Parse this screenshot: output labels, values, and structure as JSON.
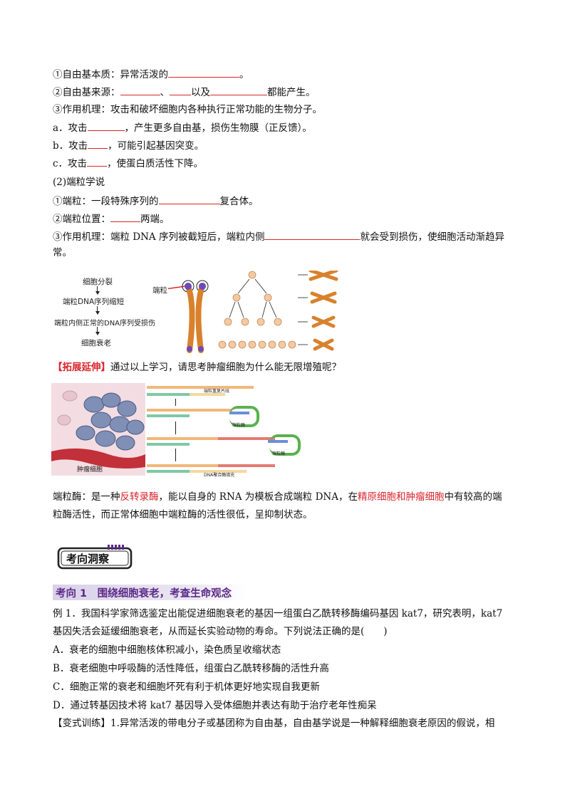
{
  "lines": {
    "l1_a": "①自由基本质：异常活泼的",
    "l1_b": "。",
    "l2_a": "②自由基来源：",
    "l2_b": "、",
    "l2_c": "以及",
    "l2_d": "都能产生。",
    "l3": "③作用机理：攻击和破坏细胞内各种执行正常功能的生物分子。",
    "l4_a": "a．攻击",
    "l4_b": "，产生更多自由基，损伤生物膜（正反馈）。",
    "l5_a": "b．攻击",
    "l5_b": "，可能引起基因突变。",
    "l6_a": "c．攻击",
    "l6_b": "，使蛋白质活性下降。",
    "l7": "(2)端粒学说",
    "l8_a": "①端粒：一段特殊序列的",
    "l8_b": "复合体。",
    "l9_a": "②端粒位置：",
    "l9_b": "两端。",
    "l10_a": "③作用机理：端粒 DNA 序列被截短后，端粒内侧",
    "l10_b": "就会受到损伤，使细胞活动渐趋异",
    "l11": "常。"
  },
  "figure1": {
    "steps": [
      "细胞分裂",
      "端粒DNA序列缩短",
      "端粒内侧正常的DNA序列受损伤",
      "细胞衰老"
    ],
    "telomere_label": "端粒"
  },
  "extension": {
    "tag": "【拓展延伸】",
    "text": "通过以上学习，请思考肿瘤细胞为什么能无限增殖呢？"
  },
  "figure2": {
    "tumor_label": "肿瘤细胞",
    "top_label": "端粒重复片段",
    "enzyme_label_1": "端粒酶",
    "enzyme_label_2": "端粒酶",
    "bottom_label": "DNA聚合酶填充"
  },
  "telomerase": {
    "a": "端粒酶：是一种",
    "b": "反转录酶",
    "c": "，能以自身的 RNA 为模板合成端粒 DNA，在",
    "d": "精原细胞和肿瘤细胞",
    "e": "中有较高的端",
    "f": "粒酶活性，而正常体细胞中端粒酶的活性很低，呈抑制状态。"
  },
  "section_tag": "考向洞察",
  "kaoxiang": "考向 1　围绕细胞衰老，考查生命观念",
  "example": {
    "q1": "例 1．我国科学家筛选鉴定出能促进细胞衰老的基因一组蛋白乙酰转移酶编码基因 kat7，研究表明，kat7",
    "q2": "基因失活会延缓细胞衰老，从而延长实验动物的寿命。下列说法正确的是(　　)",
    "A": "A．衰老的细胞中细胞核体积减小，染色质呈收缩状态",
    "B": "B．衰老细胞中呼吸酶的活性降低，组蛋白乙酰转移酶的活性升高",
    "C": "C．细胞正常的衰老和细胞坏死有利于机体更好地实现自我更新",
    "D": "D．通过转基因技术将 kat7 基因导入受体细胞并表达有助于治疗老年性痴呆"
  },
  "variant": {
    "tag": "【变式训练】",
    "text": "1.异常活泼的带电分子或基团称为自由基，自由基学说是一种解释细胞衰老原因的假说，相"
  },
  "colors": {
    "red": "#d8262c",
    "purple": "#5b2a86"
  }
}
